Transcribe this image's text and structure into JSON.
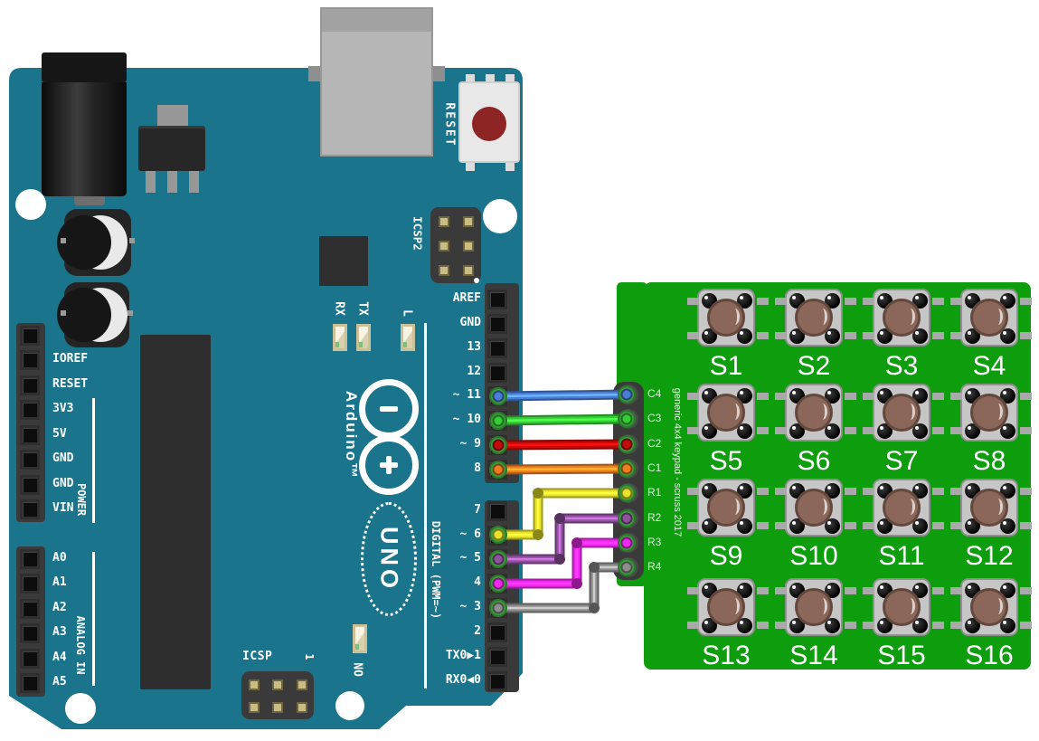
{
  "arduino": {
    "board_color": "#19748c",
    "logo_brand": "Arduino™",
    "logo_model": "UNO",
    "reset_button_label": "RESET",
    "icsp2_label": "ICSP2",
    "icsp_label": "ICSP",
    "icsp_pin1_label": "1",
    "led_labels": {
      "rx": "RX",
      "tx": "TX",
      "l": "L",
      "on": "ON"
    },
    "digital_header_top": [
      "AREF",
      "GND",
      "13",
      "12",
      "~ 11",
      "~ 10",
      "~ 9",
      "8"
    ],
    "digital_header_bottom": [
      "7",
      "~ 6",
      "~ 5",
      "4",
      "~ 3",
      "2",
      "TX0▶1",
      "RX0◀0"
    ],
    "power_header": [
      "IOREF",
      "RESET",
      "3V3",
      "5V",
      "GND",
      "GND",
      "VIN"
    ],
    "analog_header": [
      "A0",
      "A1",
      "A2",
      "A3",
      "A4",
      "A5"
    ],
    "group_labels": {
      "power": "POWER",
      "analog": "ANALOG IN",
      "digital": "DIGITAL (PWM=~)"
    }
  },
  "keypad": {
    "board_color": "#0d9d0d",
    "silkscreen_vertical": "generic 4x4 keypad - scruss 2017",
    "pin_labels": [
      "C4",
      "C3",
      "C2",
      "C1",
      "R1",
      "R2",
      "R3",
      "R4"
    ],
    "button_labels": [
      "S1",
      "S2",
      "S3",
      "S4",
      "S5",
      "S6",
      "S7",
      "S8",
      "S9",
      "S10",
      "S11",
      "S12",
      "S13",
      "S14",
      "S15",
      "S16"
    ]
  },
  "wires": [
    {
      "from": "~ 11",
      "to": "C4",
      "color": "blue",
      "hex": "#4a7dd6"
    },
    {
      "from": "~ 10",
      "to": "C3",
      "color": "green",
      "hex": "#35cc35"
    },
    {
      "from": "~ 9",
      "to": "C2",
      "color": "red",
      "hex": "#c40b0b"
    },
    {
      "from": "8",
      "to": "C1",
      "color": "orange",
      "hex": "#ef7d1c"
    },
    {
      "from": "~ 6",
      "to": "R1",
      "color": "yellow",
      "hex": "#e8e22b"
    },
    {
      "from": "~ 5",
      "to": "R2",
      "color": "purple",
      "hex": "#91519f"
    },
    {
      "from": "4",
      "to": "R3",
      "color": "magenta",
      "hex": "#ee28ee"
    },
    {
      "from": "~ 3",
      "to": "R4",
      "color": "gray",
      "hex": "#8e8e8e"
    }
  ]
}
